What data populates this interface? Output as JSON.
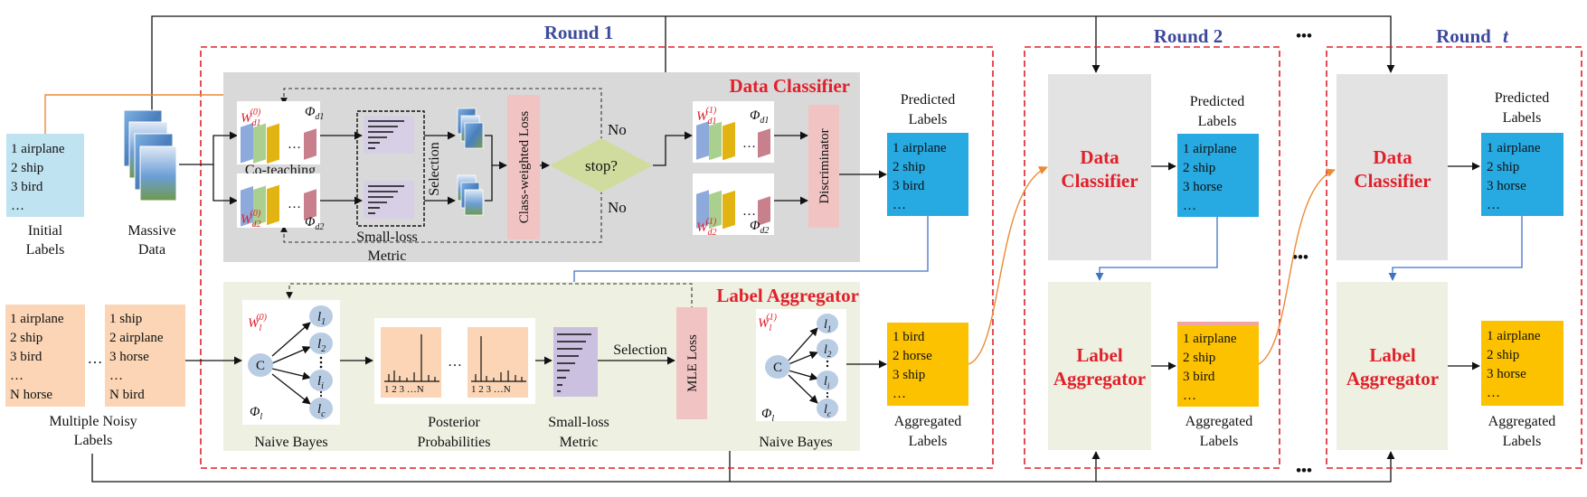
{
  "rounds": {
    "r1": "Round 1",
    "r2": "Round 2",
    "rt_prefix": "Round",
    "rt_var": "t",
    "dots_top": "•••",
    "dots_mid": "•••",
    "dots_bot": "•••"
  },
  "inputs": {
    "initial_items": [
      "1 airplane",
      "2 ship",
      "3 bird",
      "…"
    ],
    "initial_caption": [
      "Initial",
      "Labels"
    ],
    "massive_caption": [
      "Massive",
      "Data"
    ],
    "noisy_a_items": [
      "1 airplane",
      "2 ship",
      "3 bird",
      "…",
      "N horse"
    ],
    "noisy_dots": "…",
    "noisy_b_items": [
      "1 ship",
      "2 airplane",
      "3 horse",
      "…",
      "N bird"
    ],
    "noisy_caption": [
      "Multiple Noisy",
      "Labels"
    ]
  },
  "classifier": {
    "title": "Data Classifier",
    "w_d1_main": "W",
    "w_d1_sub": "d1",
    "w_d1_sup": "(0)",
    "w_d2_main": "W",
    "w_d2_sub": "d2",
    "w_d2_sup": "(0)",
    "phi_d1_main": "Φ",
    "phi_d1_sub": "d1",
    "phi_d2_main": "Φ",
    "phi_d2_sub": "d2",
    "ellipsis": "…",
    "coteaching": "Co-teaching",
    "selection": "Selection",
    "small_loss": [
      "Small-loss",
      "Metric"
    ],
    "cw_loss": "Class-weighted Loss",
    "stop": "stop?",
    "no_top": "No",
    "no_bottom": "No",
    "w1_d1_main": "W",
    "w1_d1_sub": "d1",
    "w1_d1_sup": "(1)",
    "w1_d2_main": "W",
    "w1_d2_sub": "d2",
    "w1_d2_sup": "(1)",
    "discriminator": "Discriminator"
  },
  "predicted_r1": {
    "caption": [
      "Predicted",
      "Labels"
    ],
    "items": [
      "1 airplane",
      "2 ship",
      "3 bird",
      "…"
    ]
  },
  "aggregator": {
    "title": "Label Aggregator",
    "wl_main": "W",
    "wl_sub": "l",
    "wl_sup": "(0)",
    "phil_main": "Φ",
    "phil_sub": "l",
    "node_c": "C",
    "node_l": "l",
    "node_subs": [
      "1",
      "2",
      "i",
      "c"
    ],
    "naive_bayes": "Naive Bayes",
    "hist_ticks": "1 2 3 …N",
    "hist_dots": "…",
    "posterior": [
      "Posterior",
      "Probabilities"
    ],
    "small_loss": [
      "Small-loss",
      "Metric"
    ],
    "selection": "Selection",
    "mle_loss": "MLE Loss",
    "wl1_main": "W",
    "wl1_sub": "l",
    "wl1_sup": "(1)",
    "phil1_main": "Φ",
    "phil1_sub": "l",
    "naive_bayes2": "Naive Bayes"
  },
  "aggregated_r1": {
    "items": [
      "1 bird",
      "2 horse",
      "3 ship",
      "…"
    ],
    "caption": [
      "Aggregated",
      "Labels"
    ]
  },
  "round2": {
    "classifier": [
      "Data",
      "Classifier"
    ],
    "aggregator": [
      "Label",
      "Aggregator"
    ],
    "pred_caption": [
      "Predicted",
      "Labels"
    ],
    "pred_items": [
      "1 airplane",
      "2 ship",
      "3 horse",
      "…"
    ],
    "agg_items": [
      "1 airplane",
      "2 ship",
      "3 bird",
      "…"
    ],
    "agg_caption": [
      "Aggregated",
      "Labels"
    ]
  },
  "roundt": {
    "classifier": [
      "Data",
      "Classifier"
    ],
    "aggregator": [
      "Label",
      "Aggregator"
    ],
    "pred_caption": [
      "Predicted",
      "Labels"
    ],
    "pred_items": [
      "1 airplane",
      "2 ship",
      "3 horse",
      "…"
    ],
    "agg_items": [
      "1 airplane",
      "2 ship",
      "3 horse",
      "…"
    ],
    "agg_caption": [
      "Aggregated",
      "Labels"
    ]
  },
  "colors": {
    "round_title": "#3d4a9c",
    "module_title": "#e0202a",
    "dashed_frame": "#e0202a",
    "classifier_bg": "#d9d9d9",
    "aggregator_bg": "#eef0e2",
    "pred_fill": "#27a9e1",
    "agg_fill": "#fcc200",
    "initial_fill": "#bfe3f1",
    "noisy_fill": "#fbd5b5",
    "loss_fill": "#f1c3c3",
    "stop_fill": "#cfdc9e",
    "metric_fill": "#cbc0df",
    "node_fill": "#b8cce4",
    "blue_arrow": "#3f74c4",
    "orange_arrow": "#ec8a35"
  }
}
